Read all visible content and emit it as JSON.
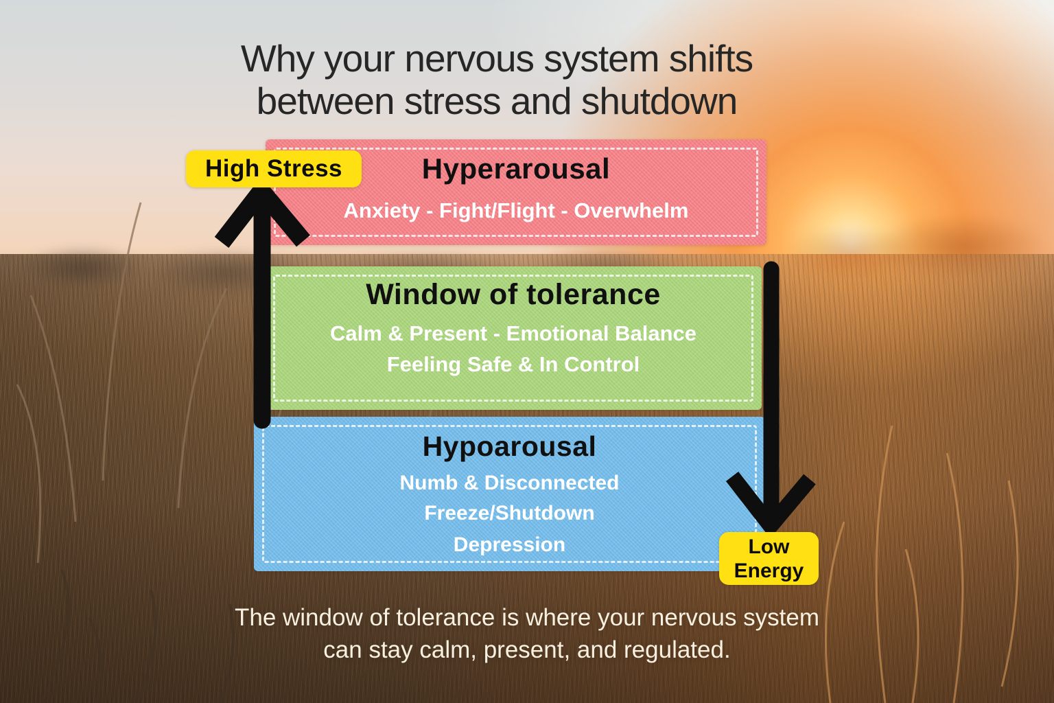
{
  "title": {
    "line1": "Why your nervous system shifts",
    "line2": "between stress and shutdown"
  },
  "labels": {
    "high_stress": "High Stress",
    "low_energy": "Low Energy"
  },
  "zones": {
    "hyperarousal": {
      "title": "Hyperarousal",
      "subtitle": "Anxiety - Fight/Flight - Overwhelm"
    },
    "window_of_tolerance": {
      "title": "Window of tolerance",
      "line1": "Calm & Present - Emotional Balance",
      "line2": "Feeling Safe & In Control"
    },
    "hypoarousal": {
      "title": "Hypoarousal",
      "line1": "Numb & Disconnected",
      "line2": "Freeze/Shutdown",
      "line3": "Depression"
    }
  },
  "caption": {
    "line1": "The window of tolerance is where your nervous system",
    "line2": "can stay calm, present, and regulated."
  },
  "colors": {
    "zone-red": "#f47d83",
    "zone-green": "#a7d377",
    "zone-blue": "#6fb9e9",
    "label-yellow": "#ffe013",
    "arrow-black": "#0e0e0e",
    "title-text": "#262626",
    "caption-text": "#f8f0e0"
  }
}
